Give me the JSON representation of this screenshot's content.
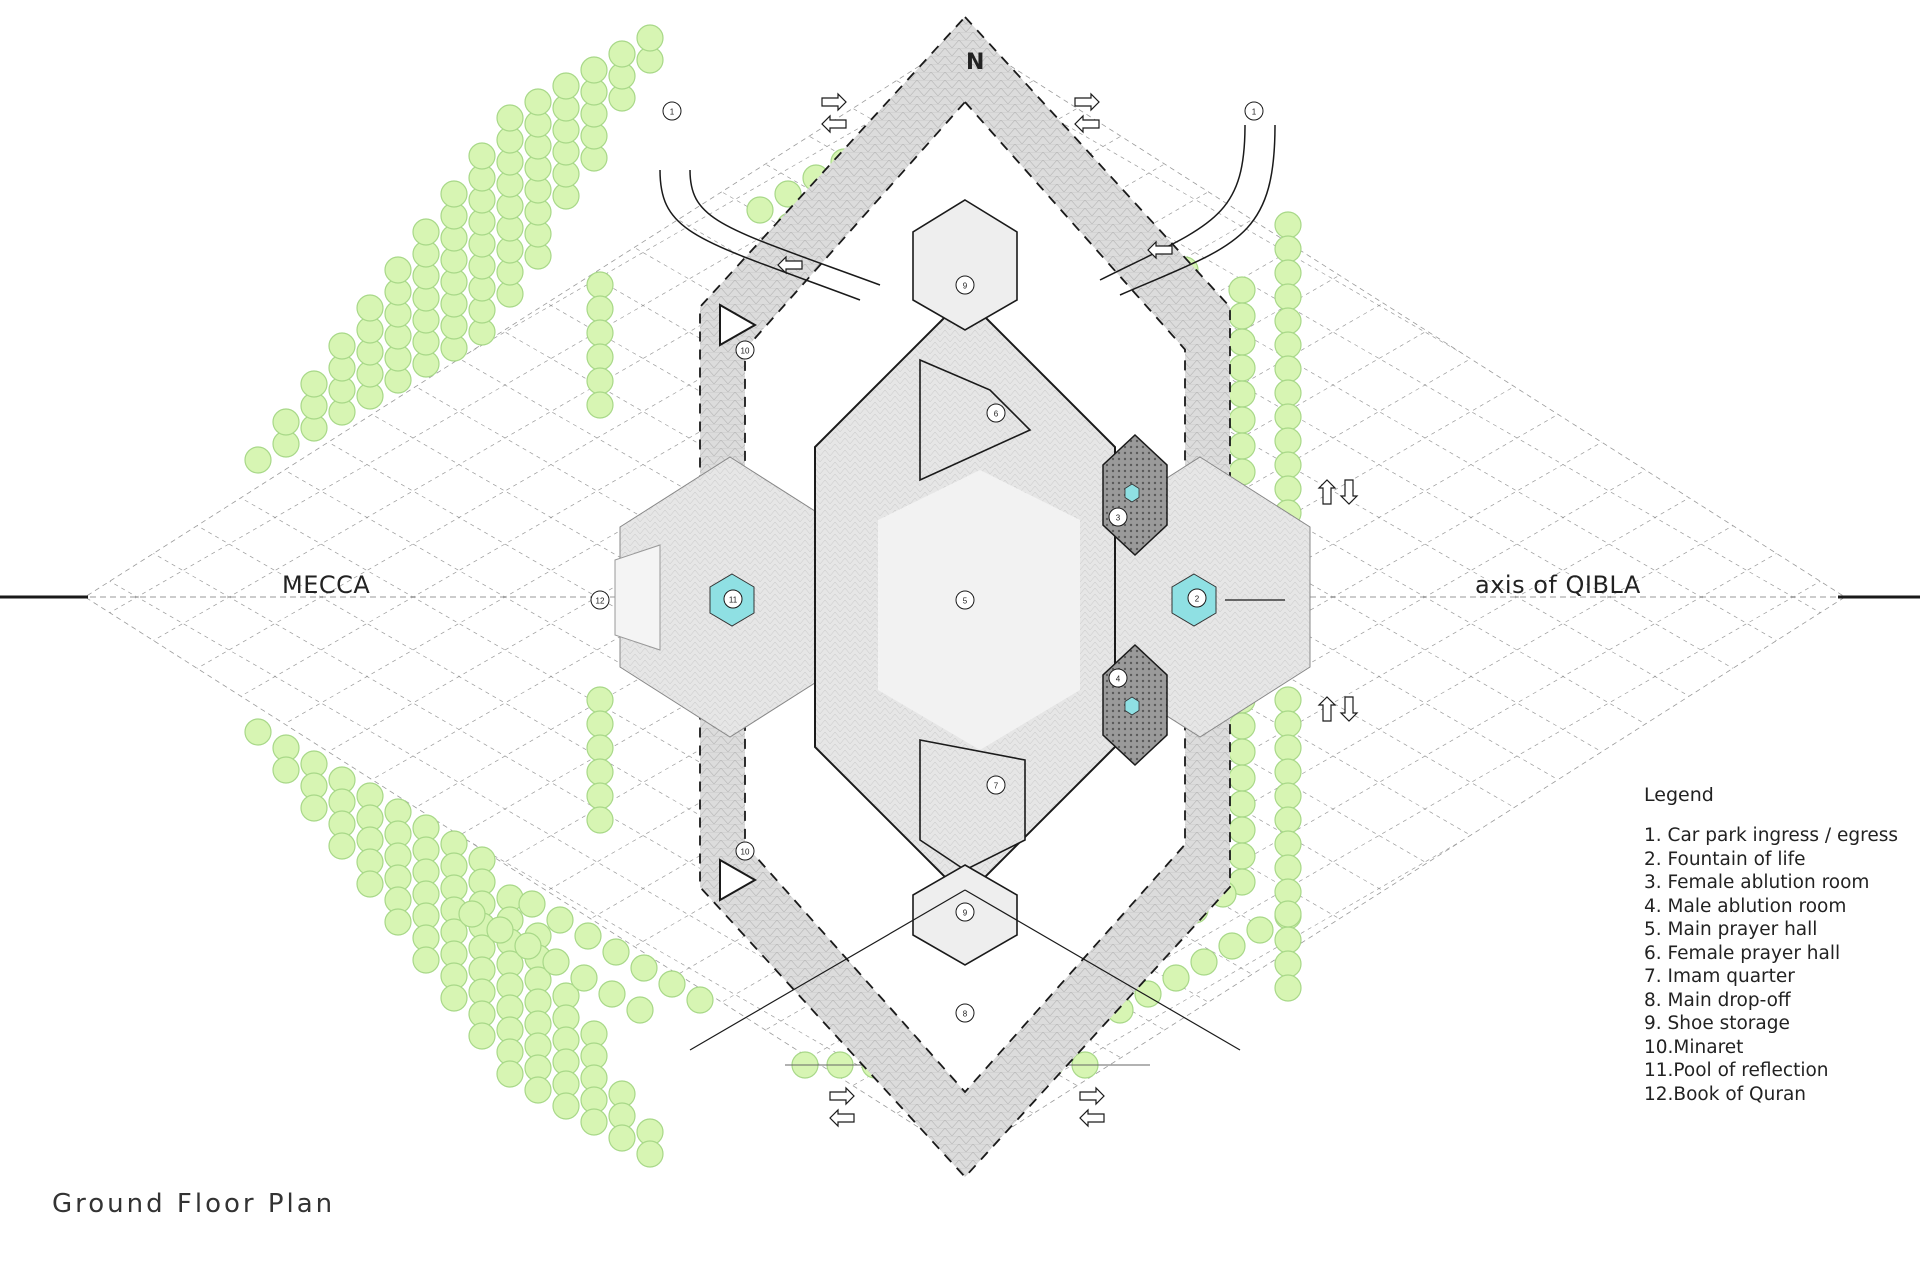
{
  "title": "Ground Floor Plan",
  "labels": {
    "mecca": "MECCA",
    "qibla": "axis of QIBLA",
    "north": "N"
  },
  "legend": {
    "title": "Legend",
    "items": [
      "1.  Car park ingress / egress",
      "2.  Fountain of life",
      "3.  Female ablution room",
      "4.  Male ablution room",
      "5.  Main prayer hall",
      "6.  Female prayer hall",
      "7.  Imam quarter",
      "8.  Main drop-off",
      "9.  Shoe storage",
      "10.Minaret",
      "11.Pool of reflection",
      "12.Book of Quran"
    ]
  },
  "markers": [
    "1",
    "1",
    "2",
    "3",
    "4",
    "5",
    "6",
    "7",
    "8",
    "9",
    "9",
    "10",
    "10",
    "11",
    "12"
  ],
  "colors": {
    "tree": "#d7f5b3",
    "tree_stroke": "#a8d888",
    "pool": "#8fe0e3",
    "paving": "#d8d8d8",
    "grid": "#9a9a9a",
    "ink": "#1a1a1a"
  }
}
